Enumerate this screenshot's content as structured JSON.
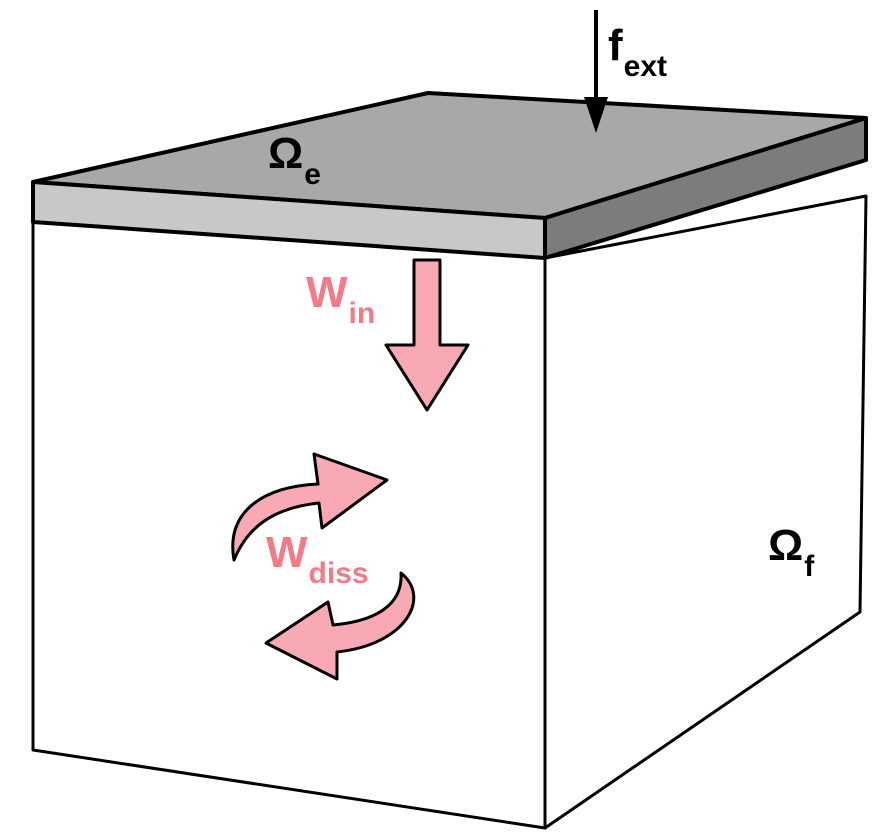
{
  "labels": {
    "f_ext": {
      "main": "f",
      "sub": "ext"
    },
    "omega_e": {
      "main": "Ω",
      "sub": "e"
    },
    "omega_f": {
      "main": "Ω",
      "sub": "f"
    },
    "w_in": {
      "main": "W",
      "sub": "in"
    },
    "w_diss": {
      "main": "W",
      "sub": "diss"
    }
  },
  "colors": {
    "outline": "#000000",
    "plate_top": "#a8a8a8",
    "plate_front": "#c8c8c8",
    "plate_side": "#7c7c7c",
    "energy_arrow_fill": "#f8a9b3",
    "energy_text": "#f37a87"
  }
}
